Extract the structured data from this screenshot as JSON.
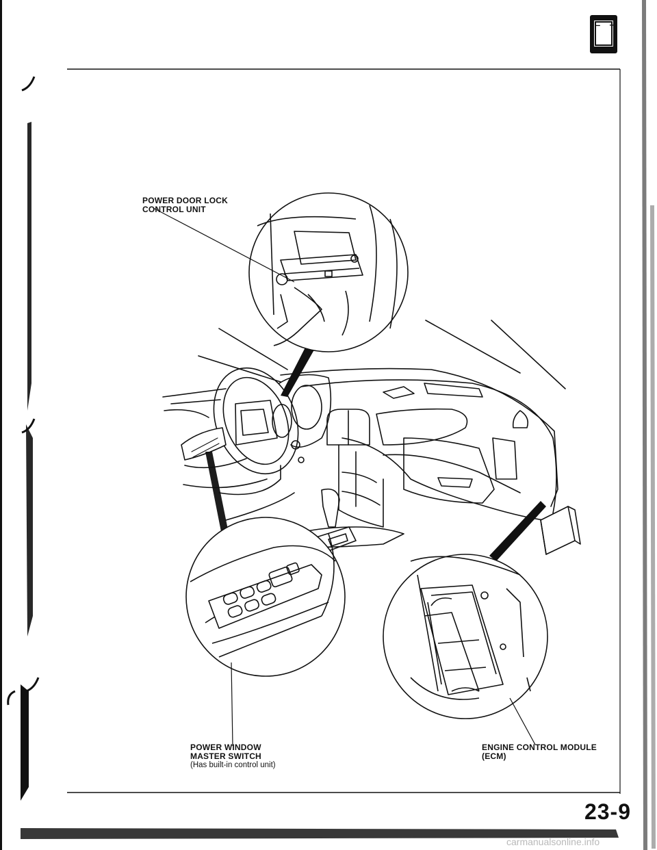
{
  "labels": {
    "door_lock_line1": "POWER DOOR LOCK",
    "door_lock_line2": "CONTROL UNIT",
    "window_switch_line1": "POWER WINDOW",
    "window_switch_line2": "MASTER SWITCH",
    "window_switch_note": "(Has built-in control unit)",
    "ecm_line1": "ENGINE CONTROL MODULE",
    "ecm_line2": "(ECM)"
  },
  "page_number": "23-9",
  "watermark": "carmanualsonline.info",
  "icons": {
    "section_icon": "battery-icon",
    "battery_minus": "–",
    "battery_plus": "+"
  }
}
